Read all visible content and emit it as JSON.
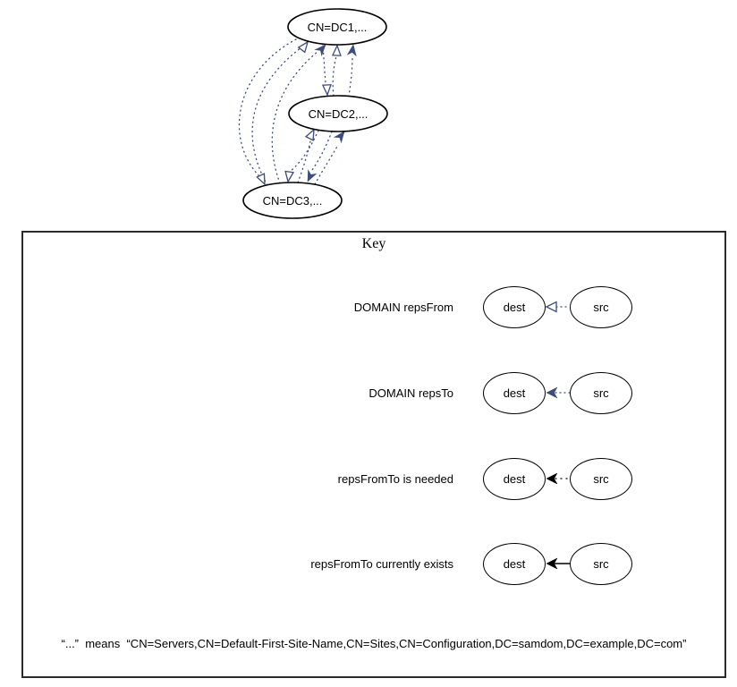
{
  "graph": {
    "nodes": [
      {
        "id": "DC1",
        "label": "CN=DC1,..."
      },
      {
        "id": "DC2",
        "label": "CN=DC2,..."
      },
      {
        "id": "DC3",
        "label": "CN=DC3,..."
      }
    ],
    "edges": [
      {
        "from": "DC1",
        "to": "DC3",
        "type": "repsFrom"
      },
      {
        "from": "DC3",
        "to": "DC1",
        "type": "repsFrom"
      },
      {
        "from": "DC3",
        "to": "DC1",
        "type": "repsTo"
      },
      {
        "from": "DC2",
        "to": "DC1",
        "type": "repsFrom"
      },
      {
        "from": "DC2",
        "to": "DC1",
        "type": "repsTo"
      },
      {
        "from": "DC1",
        "to": "DC2",
        "type": "repsFrom"
      },
      {
        "from": "DC3",
        "to": "DC2",
        "type": "repsFrom"
      },
      {
        "from": "DC3",
        "to": "DC2",
        "type": "repsTo"
      },
      {
        "from": "DC2",
        "to": "DC3",
        "type": "repsFrom"
      },
      {
        "from": "DC2",
        "to": "DC3",
        "type": "repsTo"
      }
    ]
  },
  "key": {
    "title": "Key",
    "rows": [
      {
        "label": "DOMAIN repsFrom",
        "dest": "dest",
        "src": "src",
        "arrow_icon": "open-triangle-dotted-navy"
      },
      {
        "label": "DOMAIN repsTo",
        "dest": "dest",
        "src": "src",
        "arrow_icon": "filled-vee-dotted-navy"
      },
      {
        "label": "repsFromTo is needed",
        "dest": "dest",
        "src": "src",
        "arrow_icon": "filled-vee-dotted-black"
      },
      {
        "label": "repsFromTo currently exists",
        "dest": "dest",
        "src": "src",
        "arrow_icon": "filled-vee-solid-black"
      }
    ],
    "footnote": "“...”  means  “CN=Servers,CN=Default-First-Site-Name,CN=Sites,CN=Configuration,DC=samdom,DC=example,DC=com”"
  },
  "colors": {
    "edge_navy": "#3c4c7c",
    "node_stroke": "#000000",
    "key_border": "#2b2b2b"
  }
}
